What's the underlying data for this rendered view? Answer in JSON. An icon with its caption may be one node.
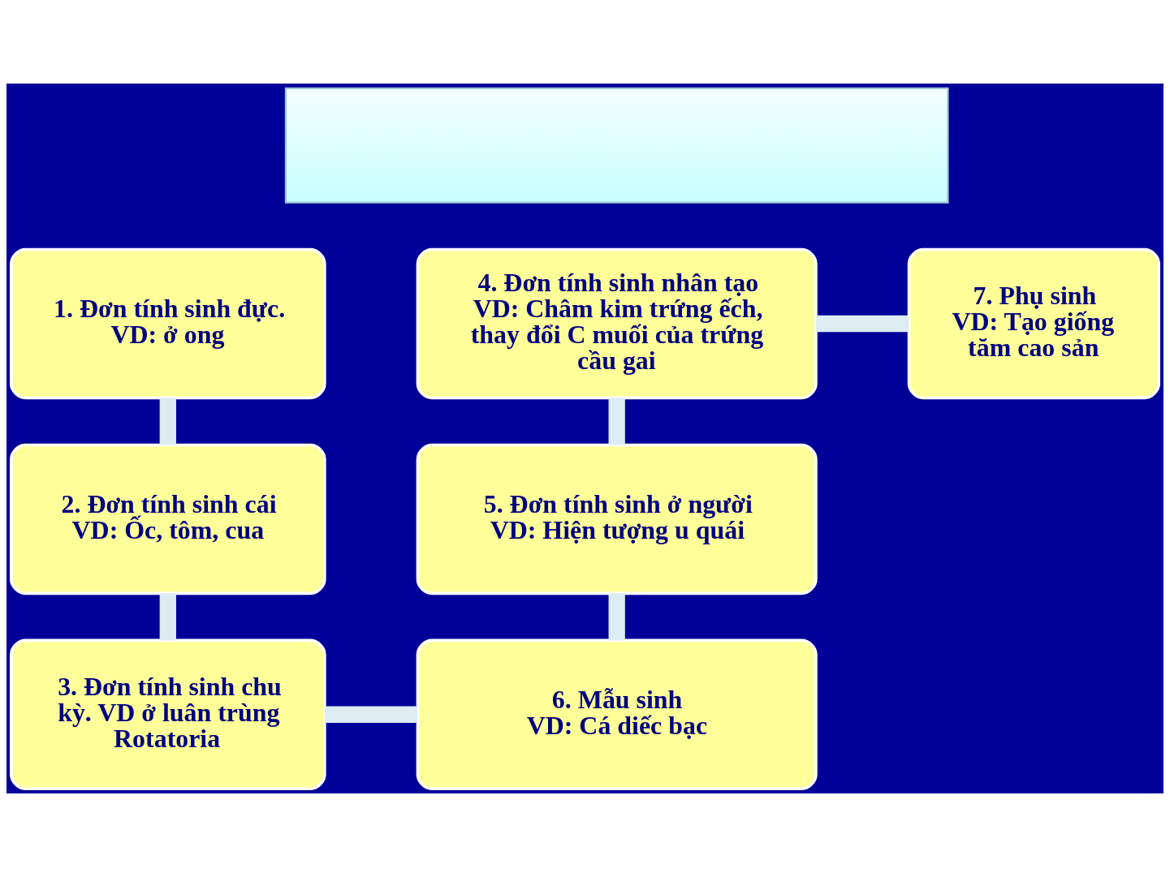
{
  "diagram": {
    "nodes": [
      {
        "text": [],
        "shape": "box"
      },
      {
        "text": [
          "1. Đơn tính sinh đực.",
          "VD: ở ong"
        ]
      },
      {
        "text": [
          "2. Đơn tính sinh cái",
          "VD: Ốc, tôm, cua"
        ]
      },
      {
        "text": [
          "3. Đơn tính sinh chu kỳ. VD ở luân trùng Rotatoria"
        ]
      },
      {
        "text": [
          "4. Đơn tính sinh nhân tạo",
          "VD: Châm kim trứng ếch, thay đổi C muối của trứng cầu gai"
        ]
      },
      {
        "text": [
          "5. Đơn tính sinh ở người",
          "VD: Hiện tượng u quái"
        ]
      },
      {
        "text": [
          "6. Mẫu sinh",
          "VD: Cá diếc bạc"
        ]
      },
      {
        "text": [
          "7. Phụ sinh",
          "VD: Tạo giống tăm cao sản"
        ]
      }
    ],
    "edges": [
      {
        "from": 1,
        "to": 2,
        "arrow": "none"
      },
      {
        "from": 2,
        "to": 3,
        "arrow": "none"
      },
      {
        "from": 4,
        "to": 5,
        "arrow": "none"
      },
      {
        "from": 5,
        "to": 6,
        "arrow": "none"
      },
      {
        "from": 3,
        "to": 6,
        "arrow": "none"
      },
      {
        "from": 4,
        "to": 7,
        "arrow": "none"
      }
    ]
  }
}
